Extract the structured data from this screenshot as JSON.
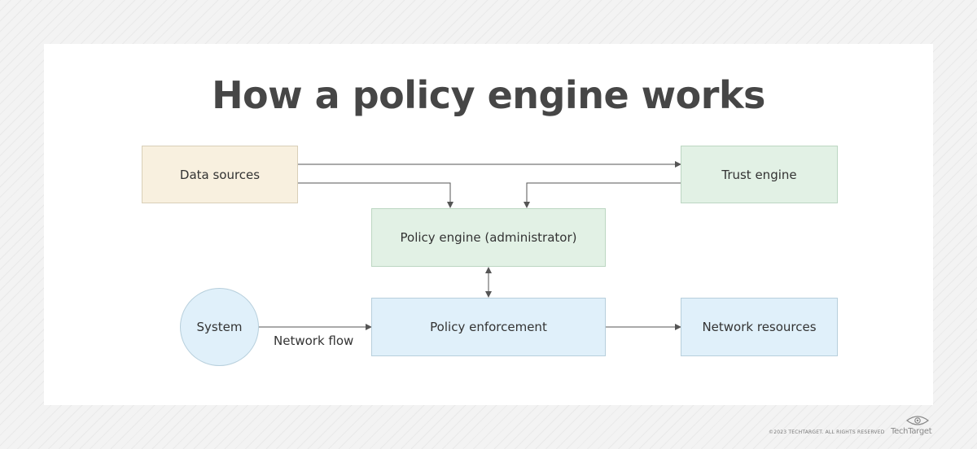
{
  "title": "How a policy engine works",
  "nodes": {
    "data_sources": "Data sources",
    "trust_engine": "Trust engine",
    "policy_engine": "Policy engine (administrator)",
    "policy_enforcement": "Policy enforcement",
    "network_resources": "Network resources",
    "system": "System"
  },
  "edges": [
    {
      "from": "data_sources",
      "to": "trust_engine"
    },
    {
      "from": "data_sources",
      "to": "policy_engine"
    },
    {
      "from": "trust_engine",
      "to": "policy_engine"
    },
    {
      "from": "policy_engine",
      "to": "policy_enforcement",
      "bidirectional": true
    },
    {
      "from": "system",
      "to": "policy_enforcement",
      "label": "Network flow"
    },
    {
      "from": "policy_enforcement",
      "to": "network_resources"
    }
  ],
  "edge_labels": {
    "network_flow": "Network flow"
  },
  "footer": {
    "copyright": "©2023 TECHTARGET. ALL RIGHTS RESERVED",
    "brand": "TechTarget"
  },
  "colors": {
    "title": "#464646",
    "data_sources_fill": "#f8f0df",
    "engine_fill": "#e2f1e5",
    "network_fill": "#e0f0fa",
    "arrow": "#555555"
  }
}
